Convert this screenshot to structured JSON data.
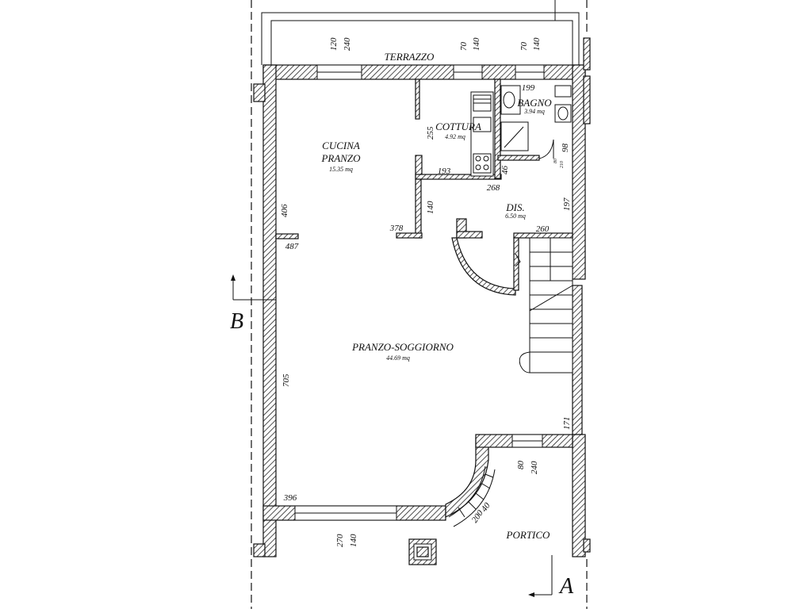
{
  "rooms": {
    "terrazzo": {
      "name": "TERRAZZO"
    },
    "bagno": {
      "name": "BAGNO",
      "area": "3.94 mq"
    },
    "cottura": {
      "name": "COTTURA",
      "area": "4.92 mq"
    },
    "cucina": {
      "line1": "CUCINA",
      "line2": "PRANZO",
      "area": "15.35 mq"
    },
    "dis": {
      "name": "DIS.",
      "area": "6.50 mq"
    },
    "soggiorno": {
      "name": "PRANZO-SOGGIORNO",
      "area": "44.69 mq"
    },
    "portico": {
      "name": "PORTICO"
    }
  },
  "dimensions": {
    "top_win1_w": "120",
    "top_win1_h": "240",
    "top_win2_w": "70",
    "top_win2_h": "140",
    "top_win3_w": "70",
    "top_win3_h": "140",
    "bagno_w": "199",
    "bagno_door": "98",
    "door_small": "80",
    "door_small2": "210",
    "cottura_h": "255",
    "cottura_w": "193",
    "cottura_wall": "46",
    "dis_w": "268",
    "dis_h": "197",
    "wall_140": "140",
    "partition_378": "378",
    "stair_w": "260",
    "left_406": "406",
    "left_487": "487",
    "left_705": "705",
    "right_171": "171",
    "bottom_396": "396",
    "bottom_win_w": "270",
    "bottom_win_h": "140",
    "door_front_w": "80",
    "door_front_h": "240",
    "bay_40": "40",
    "bay_200": "200"
  },
  "sections": {
    "b": "B",
    "a": "A"
  }
}
